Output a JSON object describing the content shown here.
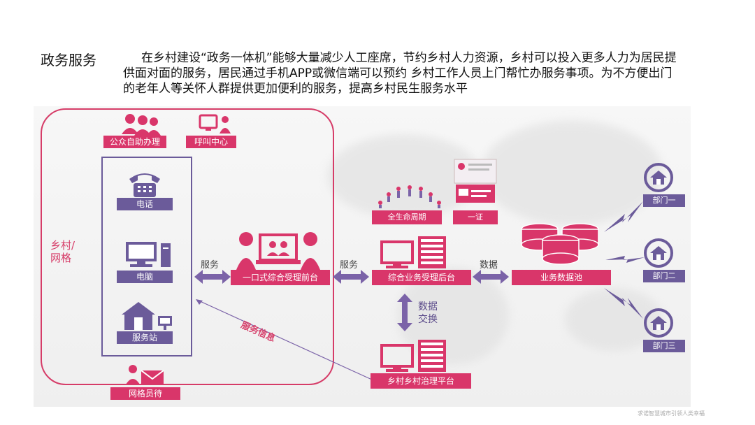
{
  "heading": "政务服务",
  "intro": {
    "line1": "在乡村建设“政务一体机”能够大量减少人工座席，节约乡村人力资源，乡村可以投入更多人力为居民提",
    "line2": "供面对面的服务，居民通过手机APP或微信端可以预约 乡村工作人员上门帮忙办服务事项。为不方便出门",
    "line3": "的老年人等关怀人群提供更加便利的服务，提高乡村民生服务水平"
  },
  "diagram": {
    "side_label_line1": "乡村/",
    "side_label_line2": "网格",
    "self_service": "公众自助办理",
    "call_center": "呼叫中心",
    "phone": "电话",
    "computer": "电脑",
    "service_station": "服务站",
    "grid_staff": "网格员待",
    "front_desk": "一口式综合受理前台",
    "back_office": "综合业务受理后台",
    "data_pool": "业务数据池",
    "governance": "乡村乡村治理平台",
    "life_cycle": "全生命周期",
    "one_cert": "一证",
    "flow_service_1": "服务",
    "flow_service_2": "服务",
    "flow_data": "数据",
    "service_info": "服务信息",
    "exchange_line1": "数据",
    "exchange_line2": "交换",
    "dept1": "部门一",
    "dept2": "部门二",
    "dept3": "部门三"
  },
  "colors": {
    "accent": "#d9366a",
    "arrow": "#7b63a8",
    "icon": "#d9366a"
  },
  "watermark": "求诺智慧城市引领人类幸福"
}
